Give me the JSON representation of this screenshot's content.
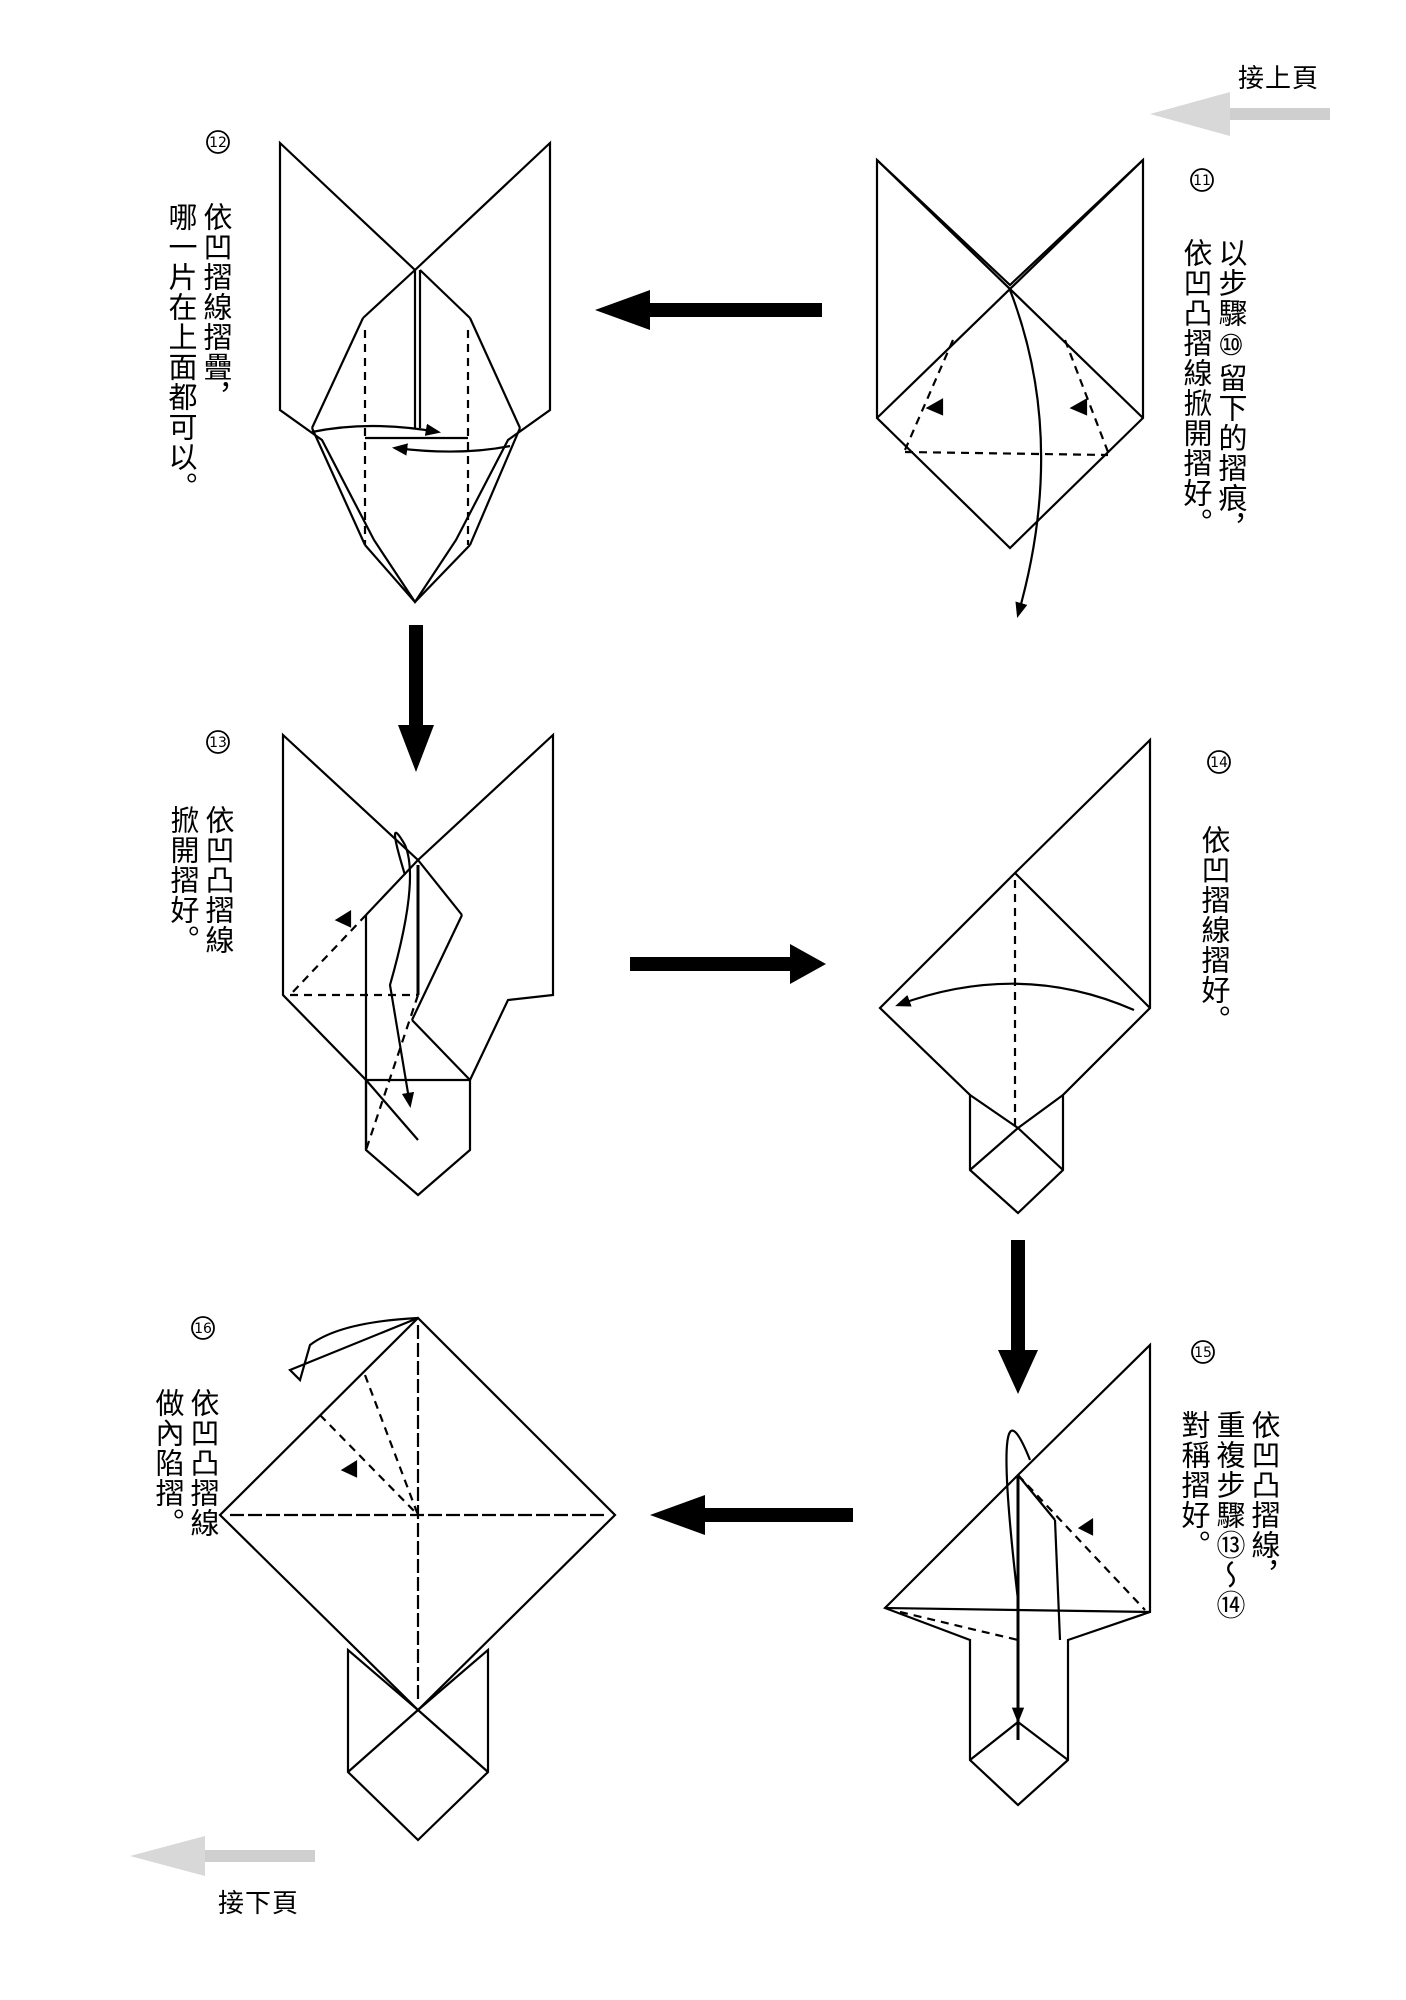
{
  "navigation": {
    "continue_from_previous": "接上頁",
    "continue_to_next": "接下頁"
  },
  "steps": [
    {
      "id": "11",
      "marker": "⑪",
      "lines": [
        "以步驟⑩留下的摺痕，",
        "依凹凸摺線掀開摺好。"
      ]
    },
    {
      "id": "12",
      "marker": "⑫",
      "lines": [
        "依凹摺線摺疊，",
        "哪一片在上面都可以。"
      ]
    },
    {
      "id": "13",
      "marker": "⑬",
      "lines": [
        "依凹凸摺線",
        "掀開摺好。"
      ]
    },
    {
      "id": "14",
      "marker": "⑭",
      "lines": [
        "依凹摺線摺好。"
      ]
    },
    {
      "id": "15",
      "marker": "⑮",
      "lines": [
        "依凹凸摺線，",
        "重複步驟⑬～⑭",
        "對稱摺好。"
      ]
    },
    {
      "id": "16",
      "marker": "⑯",
      "lines": [
        "依凹凸摺線",
        "做內陷摺。"
      ]
    }
  ]
}
